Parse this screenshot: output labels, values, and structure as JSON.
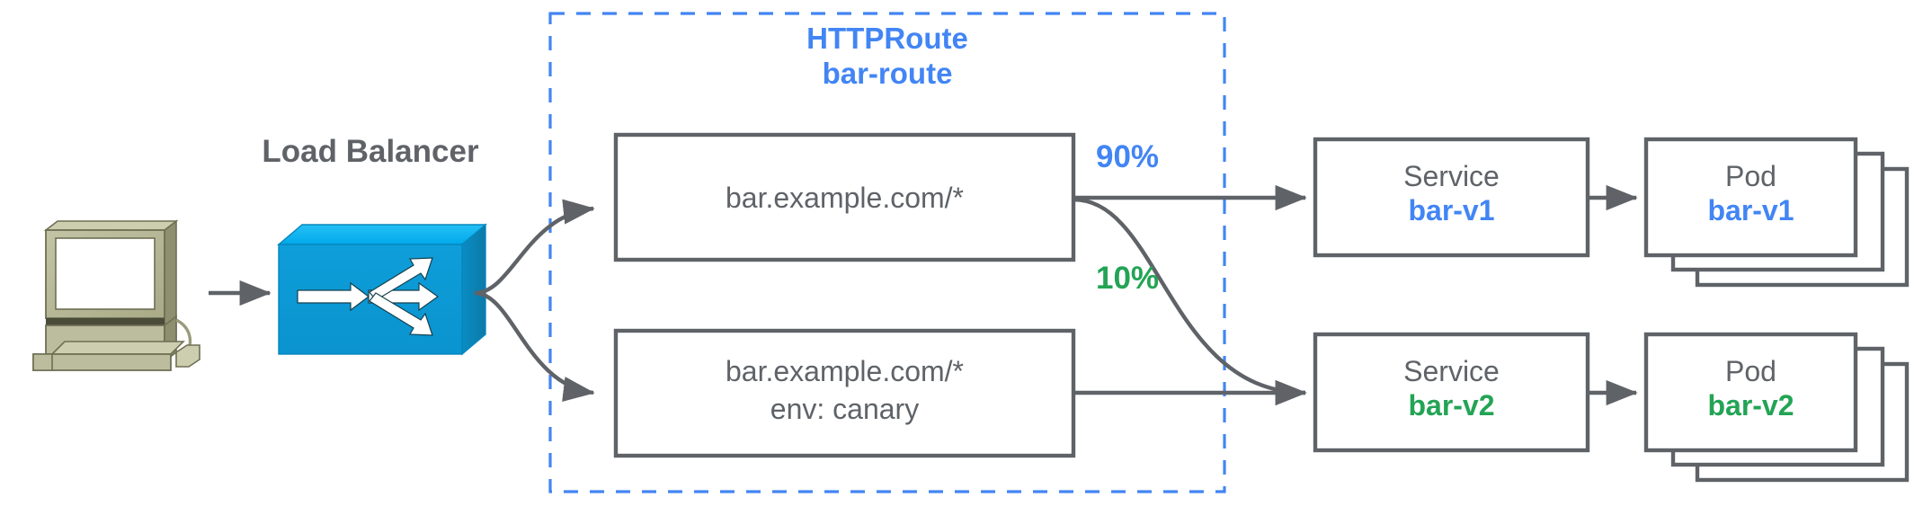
{
  "diagram": {
    "title_hidden": "",
    "colors": {
      "blue": "#4285f4",
      "green": "#23a455",
      "gray_stroke": "#5f6368",
      "lb_blue": "#0b9ad6",
      "lb_blue_top": "#00aef0",
      "computer_beige": "#b5b58f"
    },
    "load_balancer": {
      "label": "Load Balancer",
      "icon": "load-balancer-icon"
    },
    "client": {
      "icon": "desktop-computer-icon"
    },
    "httproute": {
      "kind_label": "HTTPRoute",
      "name_label": "bar-route",
      "rules": [
        {
          "id": "rule-primary",
          "lines": [
            "bar.example.com/*"
          ]
        },
        {
          "id": "rule-canary",
          "lines": [
            "bar.example.com/*",
            "env: canary"
          ]
        }
      ]
    },
    "weights": [
      {
        "id": "weight-v1",
        "label": "90%",
        "color": "blue"
      },
      {
        "id": "weight-v2",
        "label": "10%",
        "color": "green"
      }
    ],
    "services": [
      {
        "id": "service-bar-v1",
        "kind": "Service",
        "name": "bar-v1",
        "color": "blue"
      },
      {
        "id": "service-bar-v2",
        "kind": "Service",
        "name": "bar-v2",
        "color": "green"
      }
    ],
    "pods": [
      {
        "id": "pod-bar-v1",
        "kind": "Pod",
        "name": "bar-v1",
        "color": "blue",
        "stack_count": 3
      },
      {
        "id": "pod-bar-v2",
        "kind": "Pod",
        "name": "bar-v2",
        "color": "green",
        "stack_count": 3
      }
    ]
  }
}
